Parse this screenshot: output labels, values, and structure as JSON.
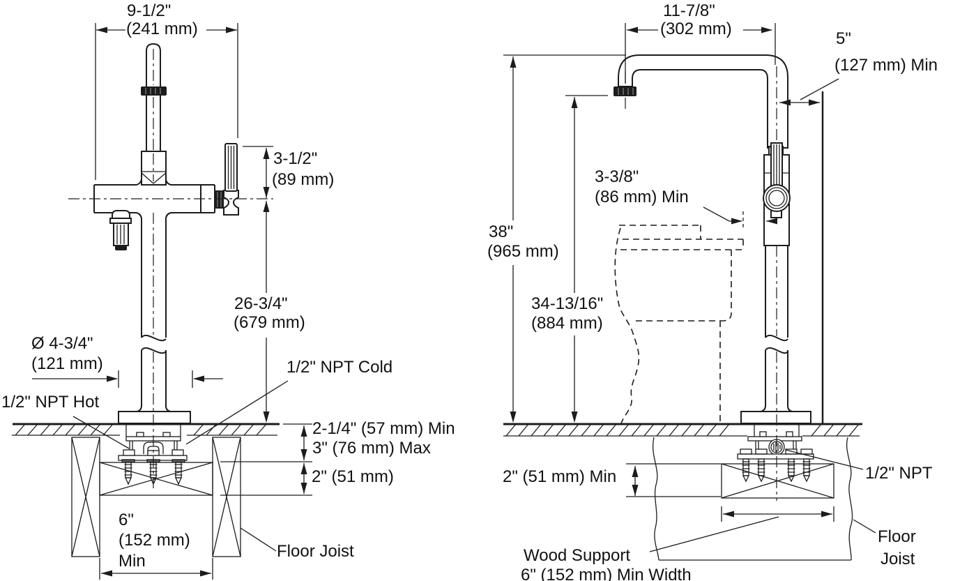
{
  "colors": {
    "line": "#1c1c1c",
    "background": "#ffffff",
    "text": "#111111"
  },
  "front_view": {
    "labels": {
      "spout_width": "9-1/2\"",
      "spout_width_mm": "(241 mm)",
      "handle_height": "3-1/2\"",
      "handle_height_mm": "(89 mm)",
      "outlet_height": "26-3/4\"",
      "outlet_height_mm": "(679 mm)",
      "escutcheon_dia": "Ø 4-3/4\"",
      "escutcheon_dia_mm": "(121 mm)",
      "npt_hot": "1/2\" NPT Hot",
      "npt_cold": "1/2\" NPT Cold",
      "floor_depth_min": "2-1/4\" (57 mm) Min",
      "floor_depth_max": "3\" (76 mm) Max",
      "support_thickness": "2\" (51 mm)",
      "support_width_1": "6\"",
      "support_width_2": "(152 mm)",
      "support_width_3": "Min",
      "floor_joist": "Floor Joist"
    }
  },
  "side_view": {
    "labels": {
      "spout_reach": "11-7/8\"",
      "spout_reach_mm": "(302 mm)",
      "wall_clearance": "5\"",
      "wall_clearance_mm": "(127 mm) Min",
      "tub_clearance": "3-3/8\"",
      "tub_clearance_mm": "(86 mm) Min",
      "total_height": "38\"",
      "total_height_mm": "(965 mm)",
      "outlet_height": "34-13/16\"",
      "outlet_height_mm": "(884 mm)",
      "support_thickness": "2\" (51 mm) Min",
      "npt": "1/2\" NPT",
      "wood_support_1": "Wood Support",
      "wood_support_2": "6\" (152 mm) Min Width",
      "floor_joist_1": "Floor",
      "floor_joist_2": "Joist"
    }
  }
}
